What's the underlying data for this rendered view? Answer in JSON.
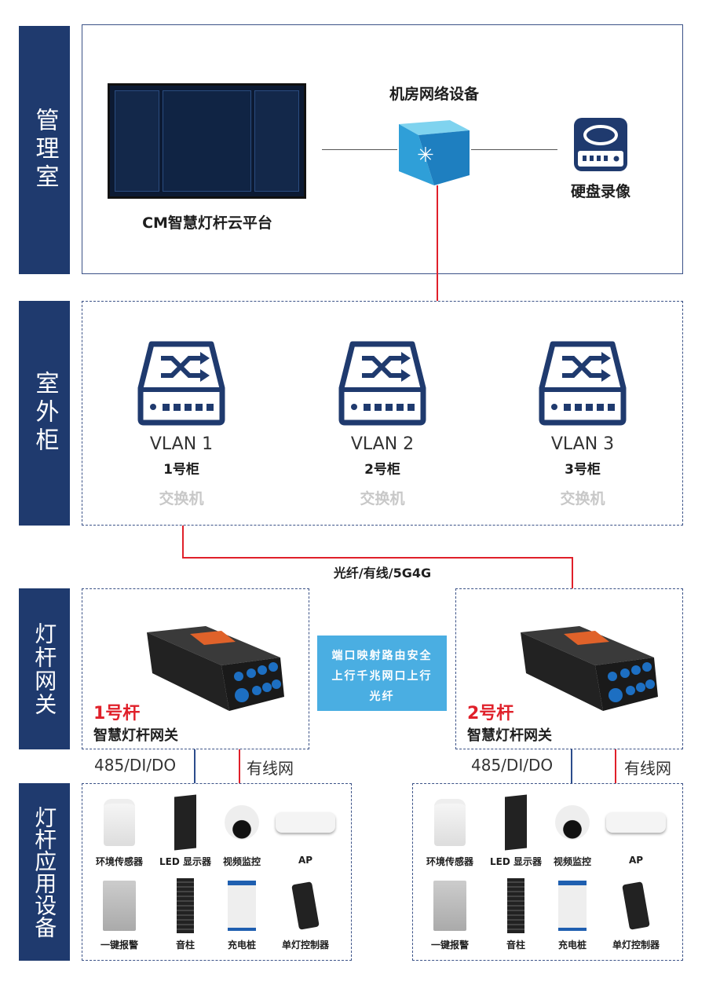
{
  "sections": {
    "mgmt": "管理室",
    "cabinet": "室外柜",
    "gateway": "灯杆网关",
    "devices": "灯杆应用设备"
  },
  "mgmt": {
    "platform": "CM智慧灯杆云平台",
    "network": "机房网络设备",
    "nvr": "硬盘录像"
  },
  "switches": [
    {
      "vlan": "VLAN 1",
      "cab": "1号柜",
      "label": "交换机"
    },
    {
      "vlan": "VLAN 2",
      "cab": "2号柜",
      "label": "交换机"
    },
    {
      "vlan": "VLAN 3",
      "cab": "3号柜",
      "label": "交换机"
    }
  ],
  "link": "光纤/有线/5G4G",
  "features": {
    "line1": "端口映射路由安全",
    "line2": "上行千兆网口上行",
    "line3": "光纤"
  },
  "gateways": [
    {
      "pole": "1号杆",
      "name": "智慧灯杆网关",
      "io": "485/DI/DO",
      "wired": "有线网"
    },
    {
      "pole": "2号杆",
      "name": "智慧灯杆网关",
      "io": "485/DI/DO",
      "wired": "有线网"
    }
  ],
  "device_labels": [
    "环境传感器",
    "LED 显示器",
    "视频监控",
    "AP",
    "一键报警",
    "音柱",
    "充电桩",
    "单灯控制器"
  ],
  "colors": {
    "navy": "#1f3a6e",
    "red": "#e0202a",
    "feature_bg": "#4aaee2"
  }
}
